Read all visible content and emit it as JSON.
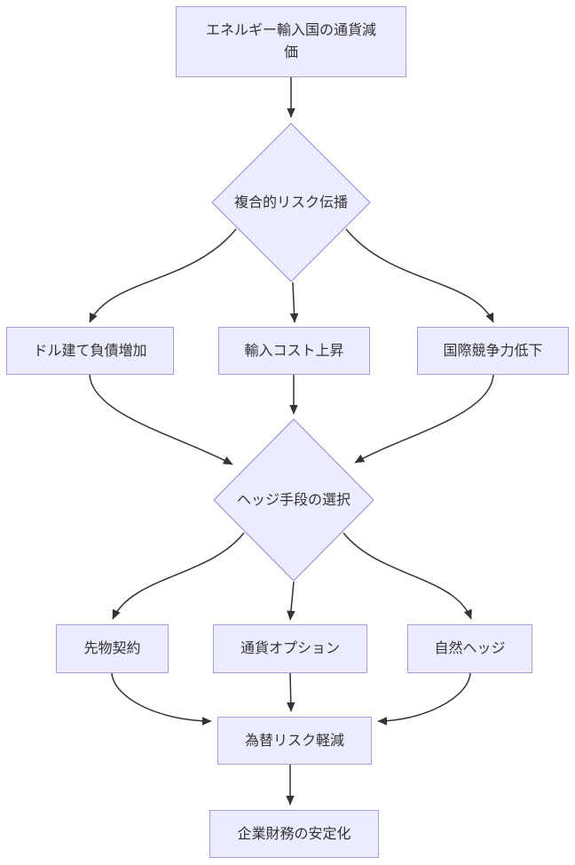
{
  "diagram": {
    "type": "flowchart",
    "direction": "top-down",
    "colors": {
      "background": "#ffffff",
      "node_fill": "#ececff",
      "node_border": "#ab9cd9",
      "edge": "#333333",
      "text": "#333333"
    },
    "nodes": [
      {
        "id": "n1",
        "shape": "rect",
        "label": "エネルギー輸入国の通貨減価"
      },
      {
        "id": "n2",
        "shape": "diamond",
        "label": "複合的リスク伝播"
      },
      {
        "id": "n3",
        "shape": "rect",
        "label": "ドル建て負債増加"
      },
      {
        "id": "n4",
        "shape": "rect",
        "label": "輸入コスト上昇"
      },
      {
        "id": "n5",
        "shape": "rect",
        "label": "国際競争力低下"
      },
      {
        "id": "n6",
        "shape": "diamond",
        "label": "ヘッジ手段の選択"
      },
      {
        "id": "n7",
        "shape": "rect",
        "label": "先物契約"
      },
      {
        "id": "n8",
        "shape": "rect",
        "label": "通貨オプション"
      },
      {
        "id": "n9",
        "shape": "rect",
        "label": "自然ヘッジ"
      },
      {
        "id": "n10",
        "shape": "rect",
        "label": "為替リスク軽減"
      },
      {
        "id": "n11",
        "shape": "rect",
        "label": "企業財務の安定化"
      }
    ],
    "edges": [
      {
        "from": "n1",
        "to": "n2"
      },
      {
        "from": "n2",
        "to": "n3"
      },
      {
        "from": "n2",
        "to": "n4"
      },
      {
        "from": "n2",
        "to": "n5"
      },
      {
        "from": "n3",
        "to": "n6"
      },
      {
        "from": "n4",
        "to": "n6"
      },
      {
        "from": "n5",
        "to": "n6"
      },
      {
        "from": "n6",
        "to": "n7"
      },
      {
        "from": "n6",
        "to": "n8"
      },
      {
        "from": "n6",
        "to": "n9"
      },
      {
        "from": "n7",
        "to": "n10"
      },
      {
        "from": "n8",
        "to": "n10"
      },
      {
        "from": "n9",
        "to": "n10"
      },
      {
        "from": "n10",
        "to": "n11"
      }
    ]
  }
}
